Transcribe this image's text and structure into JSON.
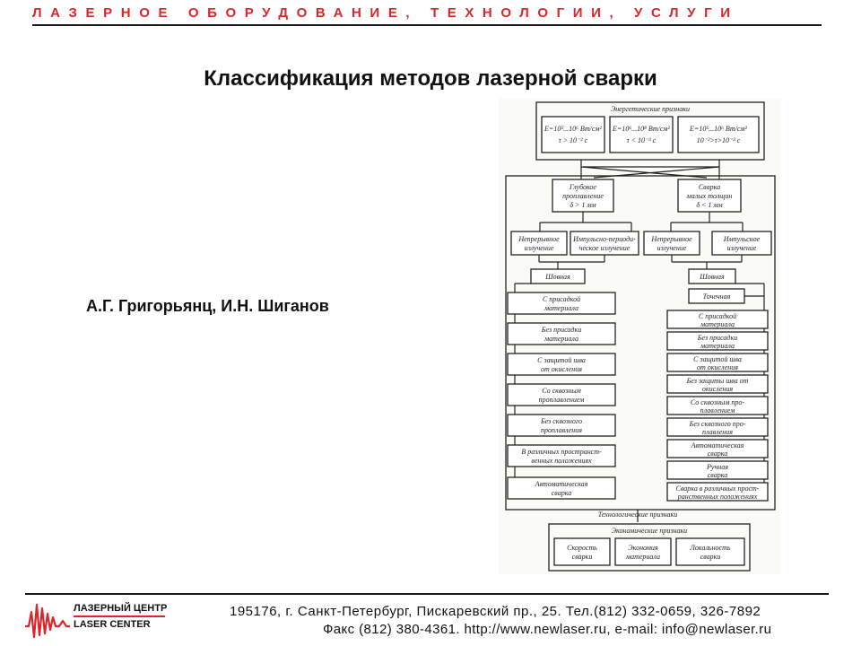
{
  "header": {
    "title": "ЛАЗЕРНОЕ ОБОРУДОВАНИЕ, ТЕХНОЛОГИИ, УСЛУГИ"
  },
  "slide": {
    "title": "Классификация методов лазерной сварки",
    "authors": "А.Г. Григорьянц, И.Н. Шиганов"
  },
  "diagram": {
    "energy_group": "Энергетические признаки",
    "energy_boxes": [
      [
        "E=10⁵...10⁶ Вт/см²",
        "τ > 10⁻² с"
      ],
      [
        "E=10⁶...10⁸ Вт/см²",
        "τ < 10⁻³ с"
      ],
      [
        "E=10⁵...10⁶ Вт/см²",
        "10⁻²>τ>10⁻³ с"
      ]
    ],
    "deep": [
      "Глубокое",
      "проплавление",
      "δ > 1 мм"
    ],
    "thin": [
      "Сварка",
      "малых толщин",
      "δ < 1 мм"
    ],
    "left_modes": [
      [
        "Непрерывное",
        "излучение"
      ],
      [
        "Импульсно-периоди-",
        "ческое излучение"
      ]
    ],
    "right_modes": [
      [
        "Непрерывное",
        "излучение"
      ],
      [
        "Импульсное",
        "излучение"
      ]
    ],
    "seam_left": "Шовная",
    "seam_right": "Шовная",
    "spot_right": "Точечная",
    "left_list": [
      [
        "С присадкой",
        "материала"
      ],
      [
        "Без присадки",
        "материала"
      ],
      [
        "С защитой шва",
        "от окисления"
      ],
      [
        "Со сквозным",
        "проплавлением"
      ],
      [
        "Без сквозного",
        "проплавления"
      ],
      [
        "В различных пространст-",
        "венных положениях"
      ],
      [
        "Автоматическая",
        "сварка"
      ]
    ],
    "right_list": [
      [
        "С присадкой",
        "материала"
      ],
      [
        "Без присадки",
        "материала"
      ],
      [
        "С защитой шва",
        "от окисления"
      ],
      [
        "Без защиты шва от",
        "окисления"
      ],
      [
        "Со сквозным про-",
        "плавлением"
      ],
      [
        "Без сквозного про-",
        "плавления"
      ],
      [
        "Автоматическая",
        "сварка"
      ],
      [
        "Ручная",
        "сварка"
      ],
      [
        "Сварка в различных прост-",
        "ранственных положениях"
      ]
    ],
    "tech_group": "Технологические признаки",
    "econ_group": "Экономические признаки",
    "econ_boxes": [
      [
        "Скорость",
        "сварки"
      ],
      [
        "Экономия",
        "материала"
      ],
      [
        "Локальность",
        "сварки"
      ]
    ]
  },
  "footer": {
    "logo_line1": "ЛАЗЕРНЫЙ ЦЕНТР",
    "logo_line2": "LASER CENTER",
    "address_line1": "195176, г. Санкт-Петербург, Пискаревский пр., 25. Тел.(812) 332-0659, 326-7892",
    "address_line2": "Факс (812) 380-4361. http://www.newlaser.ru, e-mail: info@newlaser.ru"
  },
  "colors": {
    "accent": "#d9262b",
    "text": "#111111"
  }
}
